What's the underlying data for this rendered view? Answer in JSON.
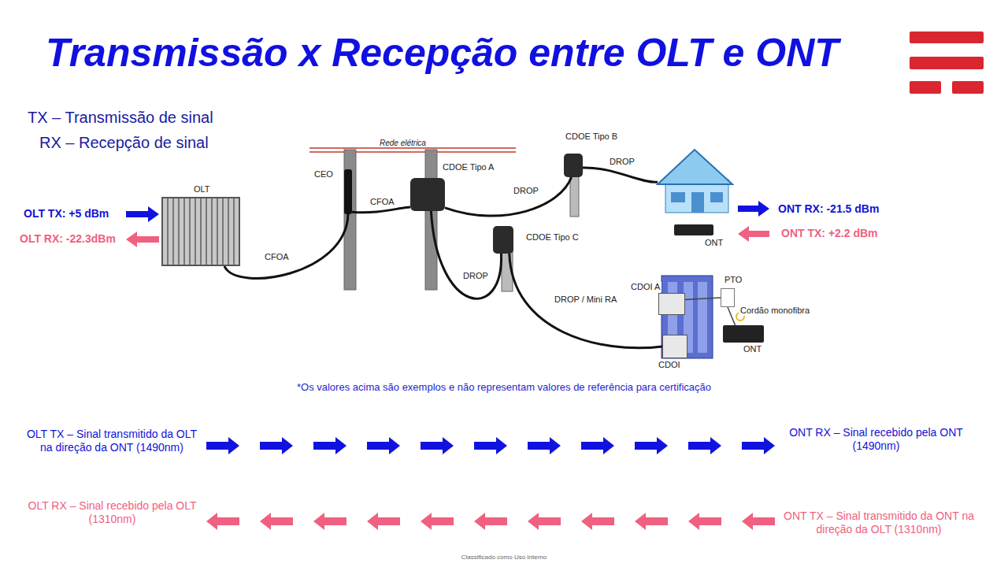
{
  "diagram": {
    "title": "Transmissão x Recepção entre OLT e ONT",
    "nodes": [
      {
        "text": [
          "OLT"
        ]
      },
      {
        "text": [
          "CEO"
        ]
      },
      {
        "text": [
          "CDOE Tipo A"
        ]
      },
      {
        "text": [
          "CDOE Tipo B"
        ]
      },
      {
        "text": [
          "CDOE Tipo C"
        ]
      },
      {
        "text": [
          "ONT"
        ]
      },
      {
        "text": [
          "CDOI A"
        ]
      },
      {
        "text": [
          "CDOI"
        ]
      },
      {
        "text": [
          "PTO"
        ]
      },
      {
        "text": [
          "ONT"
        ]
      }
    ],
    "edges": [
      {
        "from": 0,
        "to": 1,
        "label": "CFOA",
        "arrow": "none"
      },
      {
        "from": 1,
        "to": 2,
        "label": "CFOA",
        "arrow": "none"
      },
      {
        "from": 2,
        "to": 3,
        "label": "DROP",
        "arrow": "none"
      },
      {
        "from": 3,
        "to": 5,
        "label": "DROP",
        "arrow": "none"
      },
      {
        "from": 2,
        "to": 4,
        "label": "DROP",
        "arrow": "none"
      },
      {
        "from": 4,
        "to": 7,
        "label": "DROP / Mini RA",
        "arrow": "none"
      },
      {
        "from": 6,
        "to": 8,
        "arrow": "none"
      },
      {
        "from": 8,
        "to": 9,
        "label": "Cordão monofibra",
        "arrow": "none"
      }
    ],
    "labels": [
      "TX – Transmissão de sinal",
      "RX – Recepção de sinal",
      "Rede elétrica",
      "OLT TX: +5 dBm",
      "OLT RX: -22.3dBm",
      "ONT RX: -21.5 dBm",
      "ONT TX: +2.2 dBm",
      "*Os valores acima são exemplos e não representam valores de referência para certificação",
      "OLT TX – Sinal transmitido da OLT na direção da ONT (1490nm)",
      "ONT RX – Sinal recebido pela ONT (1490nm)",
      "OLT RX – Sinal recebido pela OLT (1310nm)",
      "ONT TX – Sinal transmitido da ONT na direção da OLT (1310nm)",
      "Classificado como Uso Interno"
    ]
  }
}
